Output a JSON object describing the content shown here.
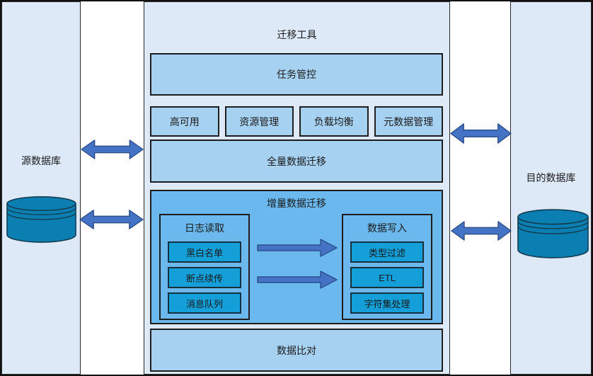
{
  "colors": {
    "panel_bg": "#dde9f7",
    "box_bg": "#a7d1f1",
    "incremental_bg": "#6ab8ed",
    "item_bg": "#149fd8",
    "arrow": "#4472c4",
    "database": "#0b7fb2"
  },
  "source_db": {
    "label": "源数据库"
  },
  "dest_db": {
    "label": "目的数据库"
  },
  "tool": {
    "title": "迁移工具",
    "task_bar": "任务管控",
    "capabilities": [
      "高可用",
      "资源管理",
      "负载均衡",
      "元数据管理"
    ],
    "full_bar": "全量数据迁移",
    "incremental": {
      "title": "增量数据迁移",
      "log_read": {
        "title": "日志读取",
        "items": [
          "黑白名单",
          "断点续传",
          "消息队列"
        ]
      },
      "data_write": {
        "title": "数据写入",
        "items": [
          "类型过滤",
          "ETL",
          "字符集处理"
        ]
      }
    },
    "compare_bar": "数据比对"
  }
}
